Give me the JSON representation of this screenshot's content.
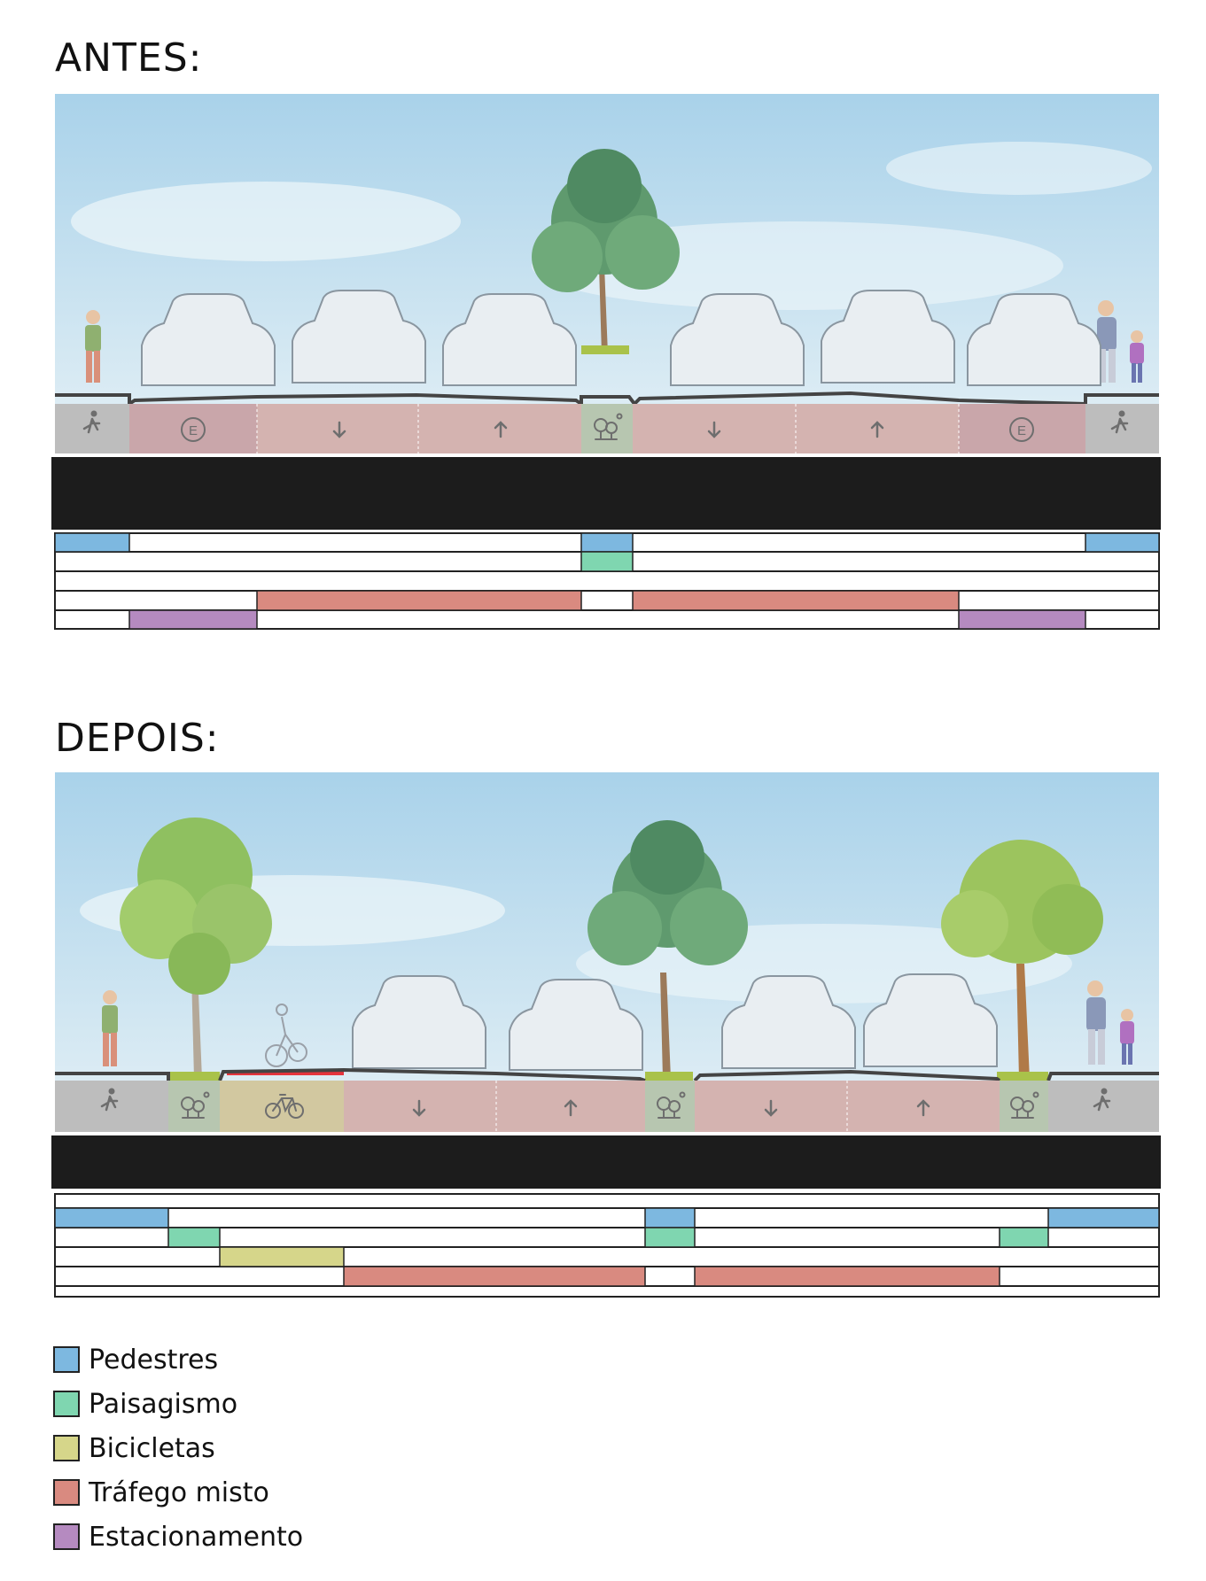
{
  "sections": {
    "antes": {
      "title": "ANTES:"
    },
    "depois": {
      "title": "DEPOIS:"
    }
  },
  "lane_icons": {
    "walk": "pedestrian-icon",
    "parking": "parking-e-icon",
    "down": "arrow-down-icon",
    "up": "arrow-up-icon",
    "tree": "tree-icon",
    "bike": "bicycle-icon"
  },
  "parking_letter": "E",
  "legend": [
    {
      "key": "pedestres",
      "label": "Pedestres",
      "color": "#7db8e0"
    },
    {
      "key": "paisagismo",
      "label": "Paisagismo",
      "color": "#7fd6b0"
    },
    {
      "key": "bicicletas",
      "label": "Bicicletas",
      "color": "#d6d68a"
    },
    {
      "key": "trafego",
      "label": "Tráfego misto",
      "color": "#d98a80"
    },
    {
      "key": "estacionamento",
      "label": "Estacionamento",
      "color": "#b58ac0"
    }
  ],
  "colors": {
    "sidewalk": "#bdbdbd",
    "parking_band": "#c9a6aa",
    "road_band": "#d4b3b0",
    "tree_band": "#b7c6b0",
    "bike_band": "#d2c8a0",
    "bike_lane": "#e5343c",
    "sky_top": "#a9d2ea",
    "sky_bottom": "#dcecf4"
  }
}
